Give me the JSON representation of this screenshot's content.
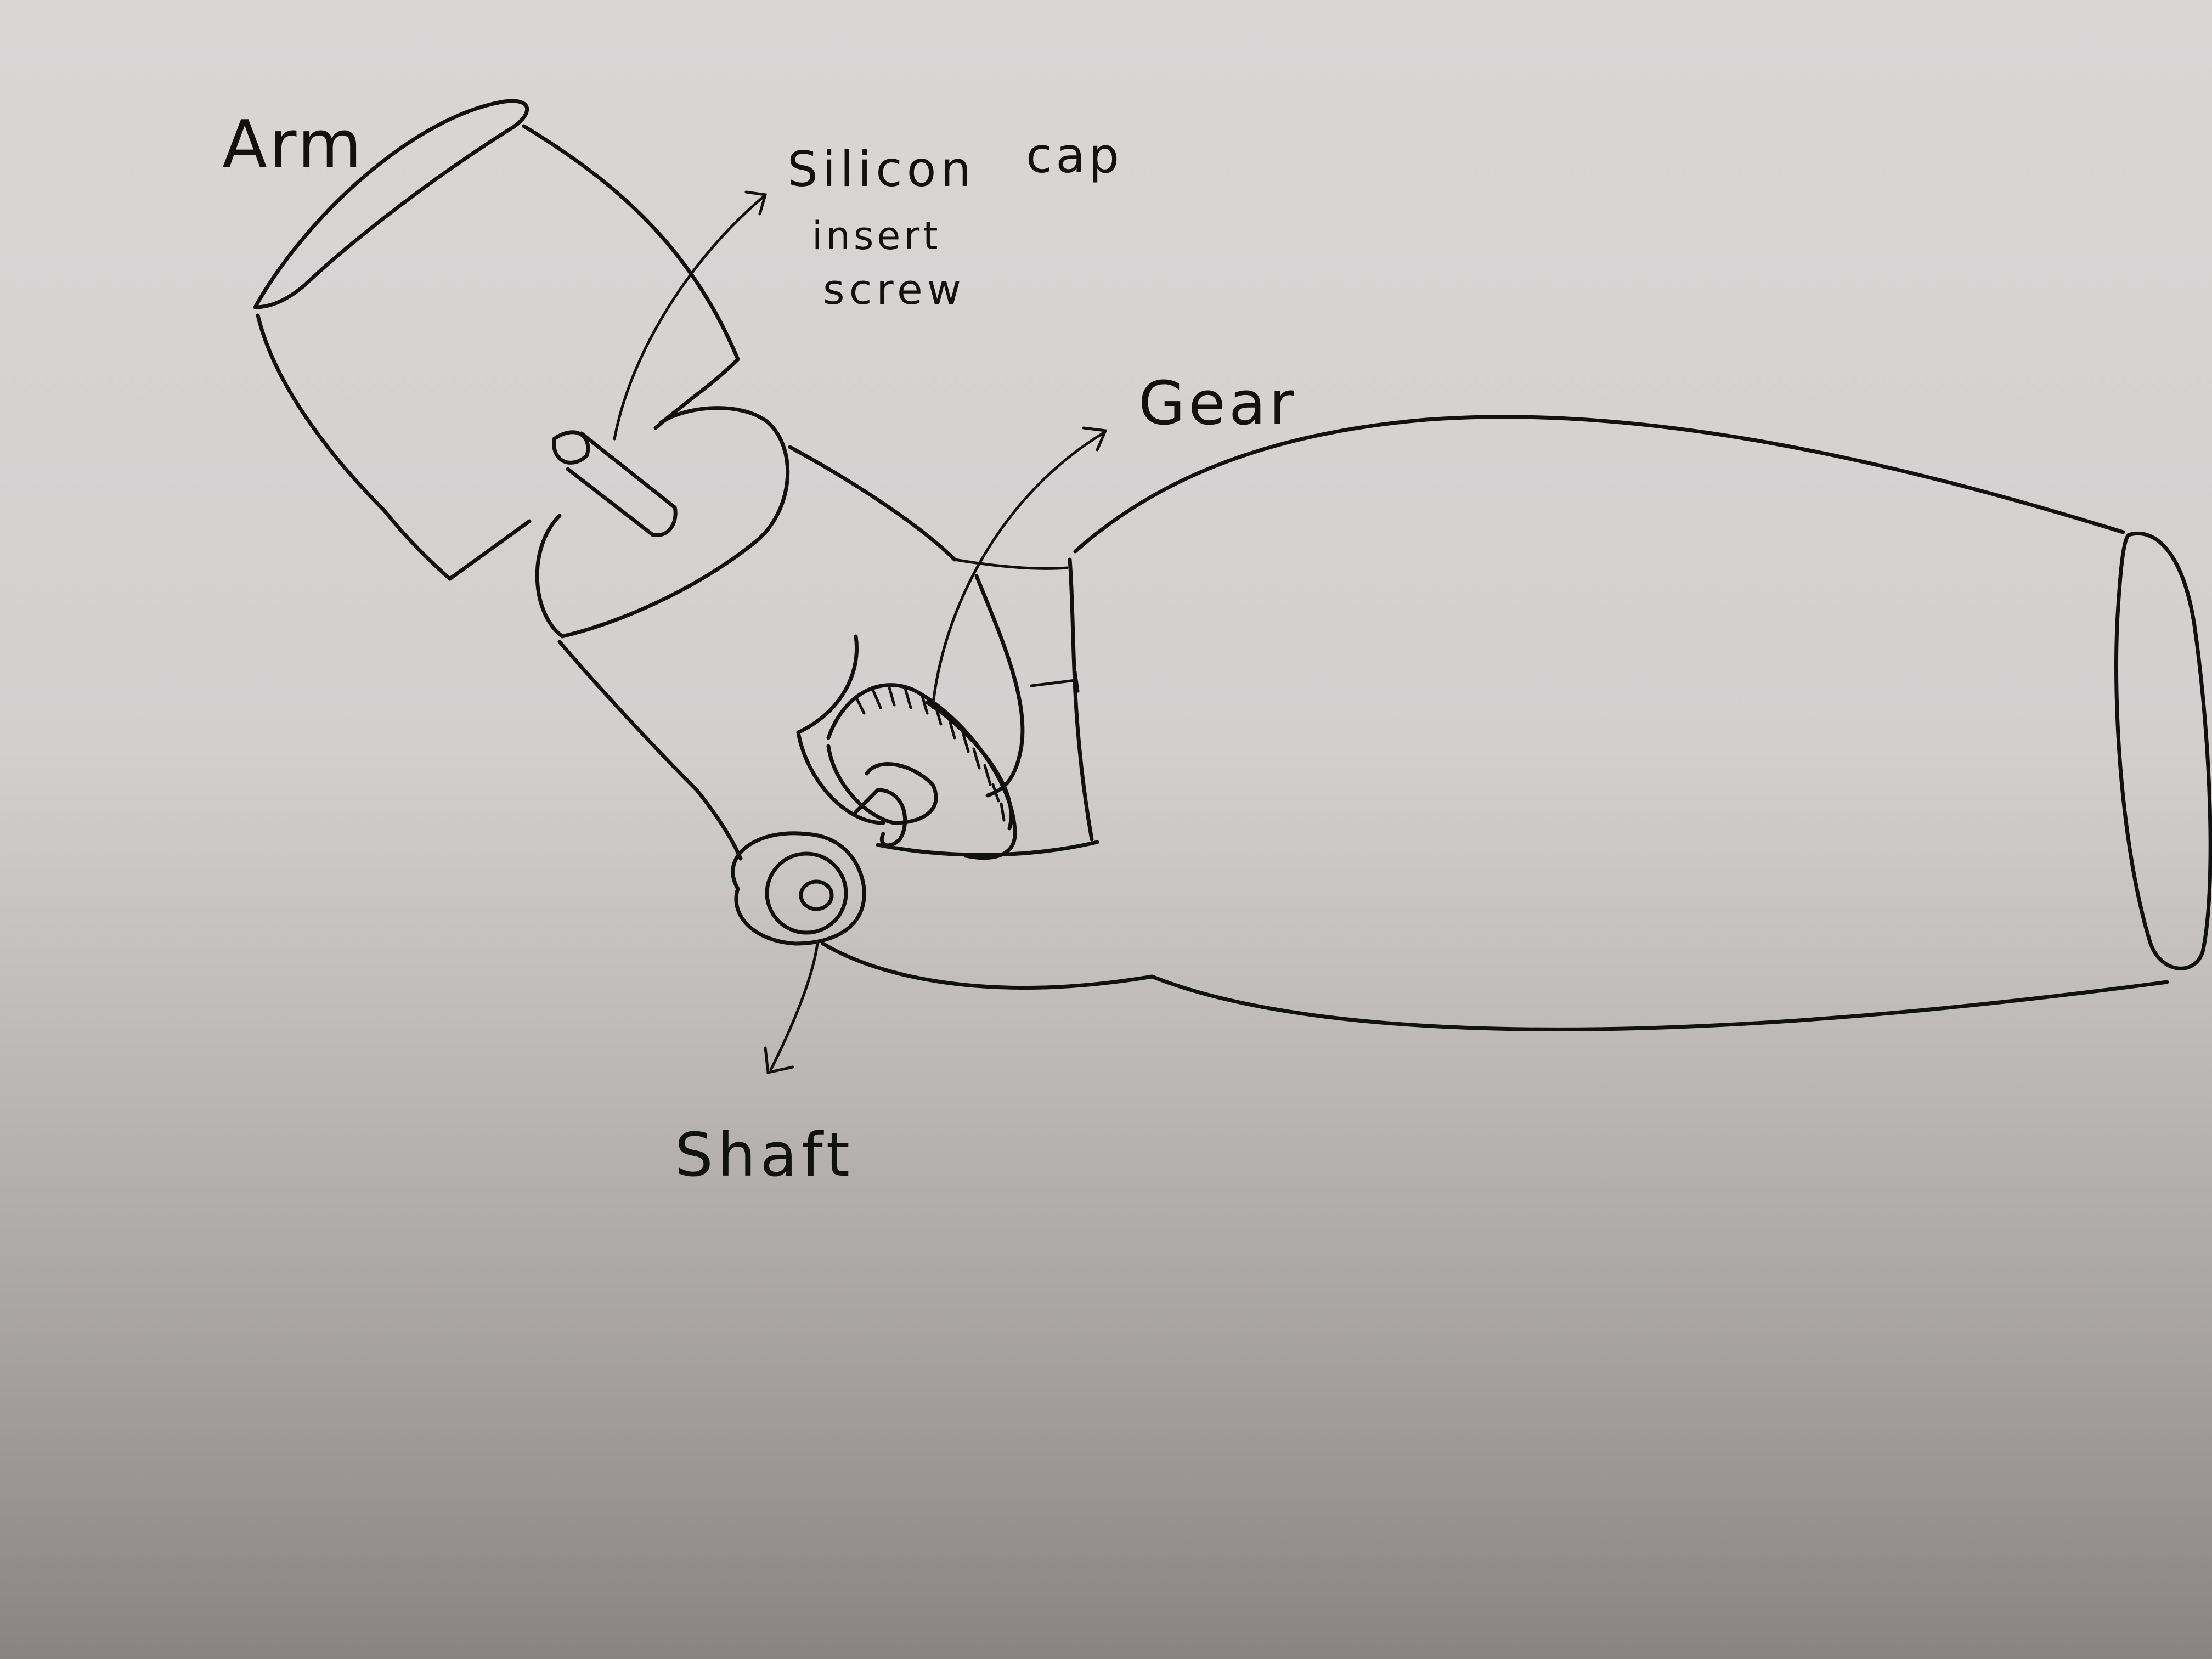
{
  "diagram": {
    "labels": {
      "arm": "Arm",
      "silicon": "Silicon",
      "cap": "cap",
      "insert": "insert",
      "screw": "screw",
      "gear": "Gear",
      "shaft": "Shaft"
    },
    "parts": [
      "arm-cylinder",
      "insert-screw",
      "elbow-joint",
      "gear",
      "shaft",
      "forearm-body"
    ],
    "ink_color": "#111111",
    "paper_color": "#d9d7d6"
  }
}
